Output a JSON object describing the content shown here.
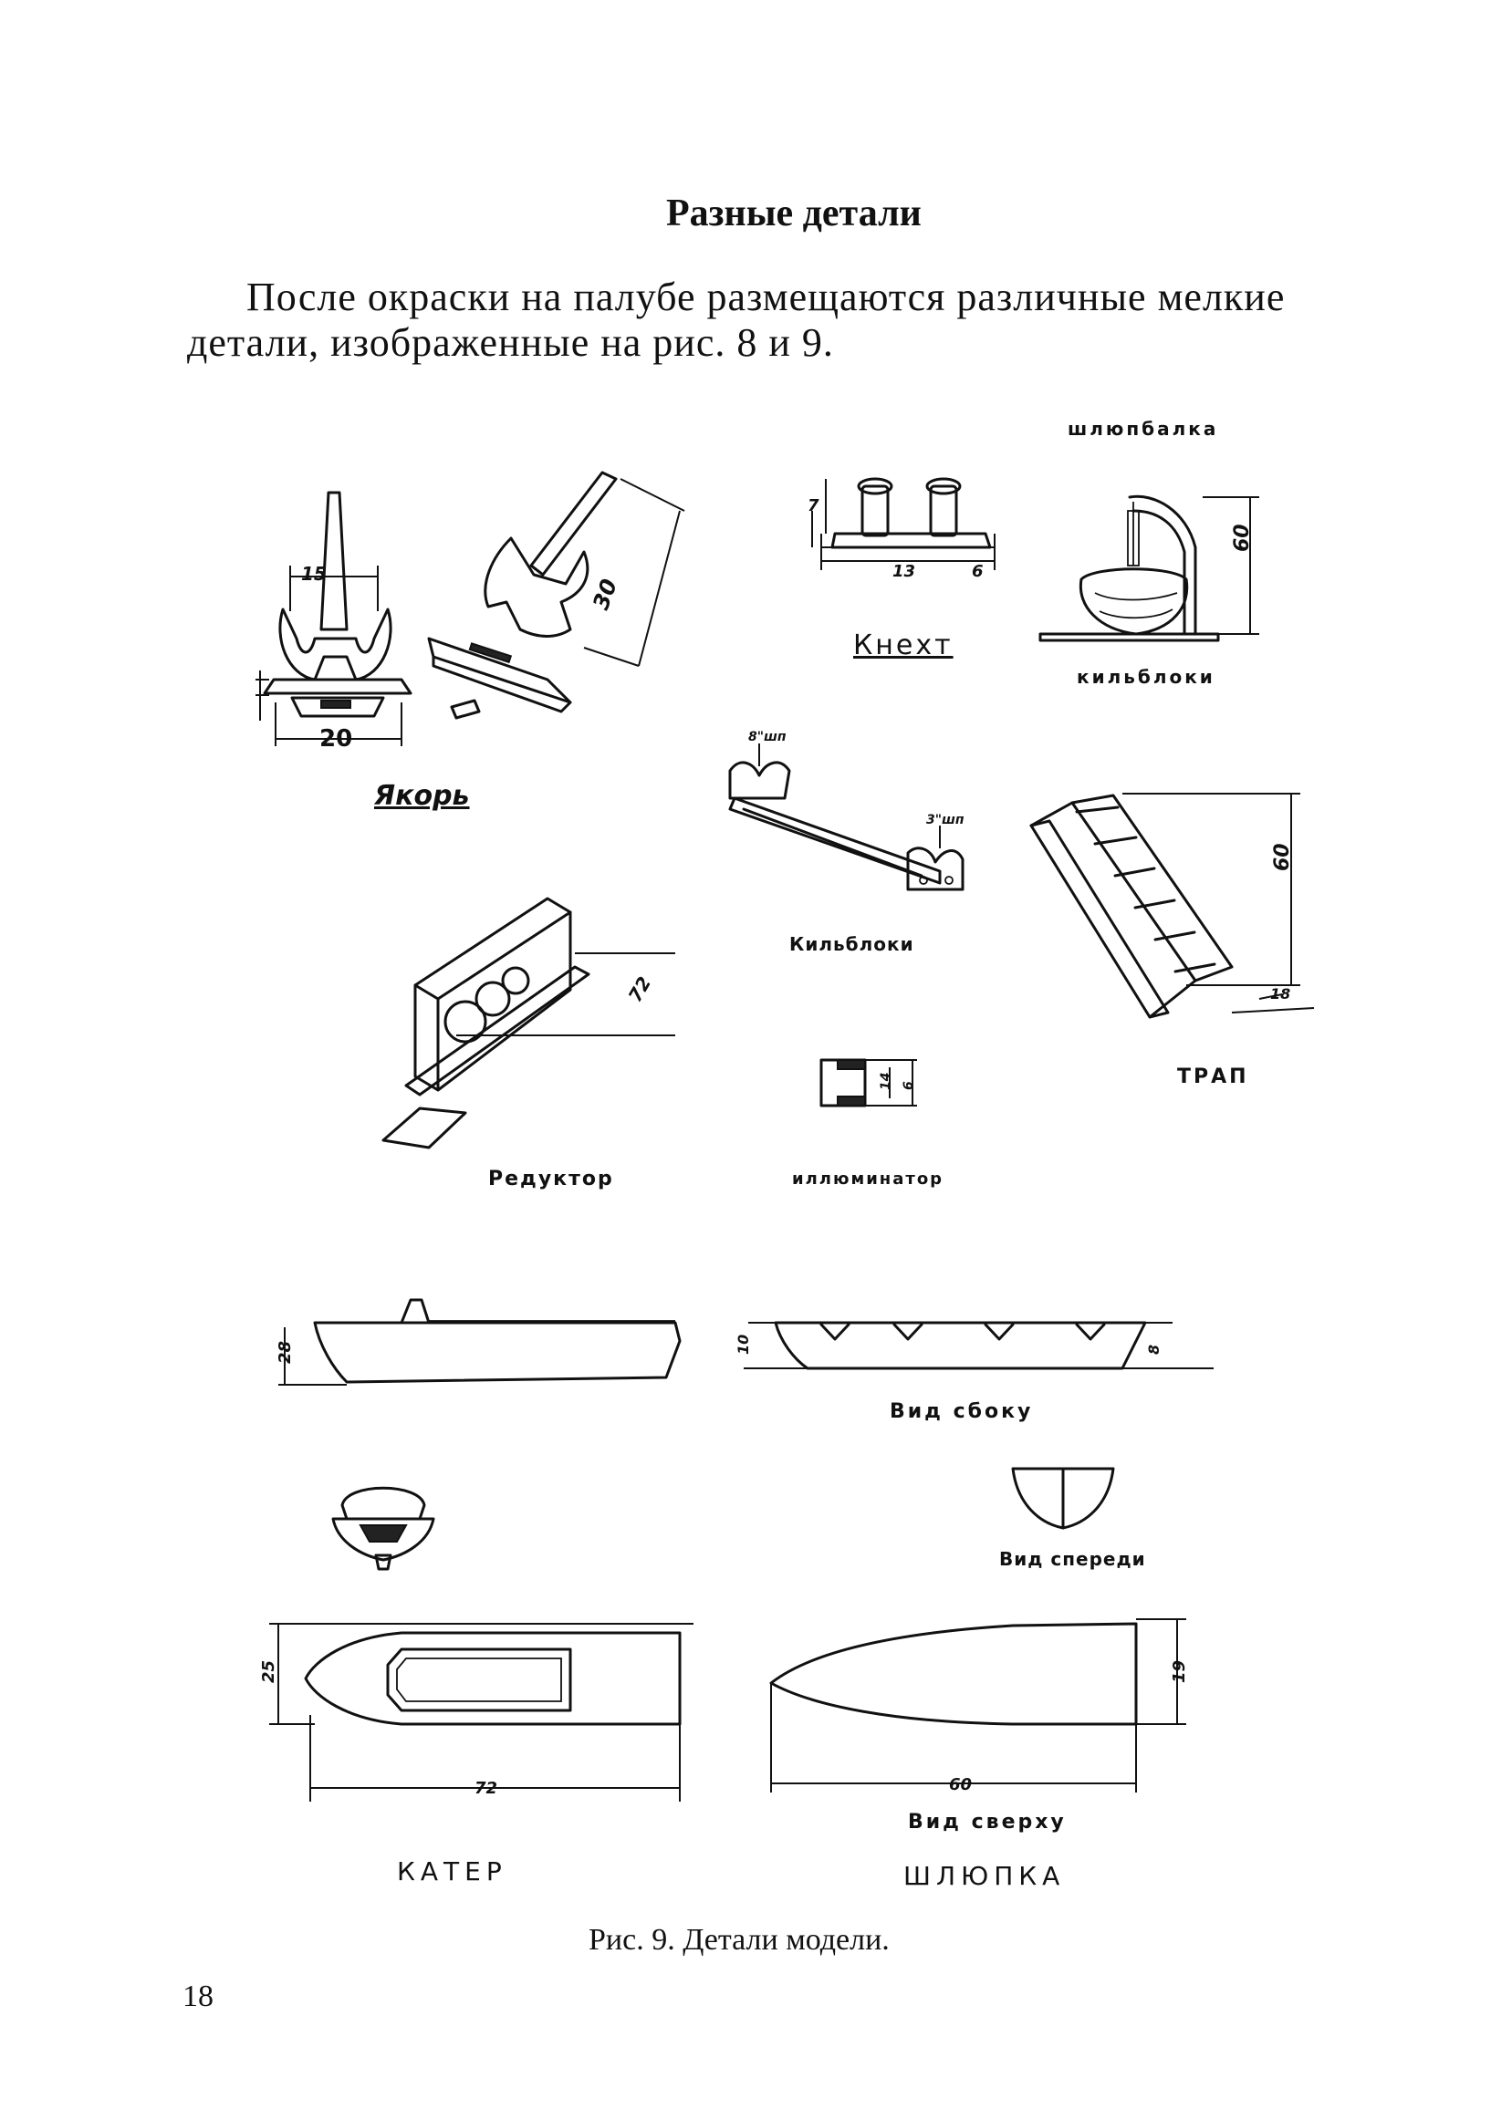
{
  "heading": "Разные детали",
  "paragraph": [
    "После окраски на палубе размещаются различные мелкие",
    "детали, изображенные на рис. 8 и 9."
  ],
  "labels": {
    "shlyupbalka": "шлюпбалка",
    "knekht": "Кнехт",
    "kilbloki_top": "кильблоки",
    "yakor": "Якорь",
    "kilbloki": "Кильблоки",
    "trap": "ТРАП",
    "reduktor": "Редуктор",
    "illyuminator": "иллюминатор",
    "vid_sboku": "Вид сбоку",
    "vid_speredi": "Вид спереди",
    "vid_sverkhu": "Вид сверху",
    "kater": "КАТЕР",
    "shlyupka": "ШЛЮПКА"
  },
  "dims": {
    "anchor_15": "15",
    "anchor_20": "20",
    "anchor_30": "30",
    "bitt_13": "13",
    "bitt_6": "6",
    "bitt_7": "7",
    "davit_60": "60",
    "keel_8": "8\"шп",
    "keel_3": "3\"шп",
    "ladder_60": "60",
    "ladder_18": "18",
    "reducer_72": "72",
    "port_14": "14",
    "port_6": "6",
    "kater_side_28": "28",
    "shlyupka_side_10": "10",
    "shlyupka_side_8": "8",
    "kater_top_25": "25",
    "kater_top_72": "72",
    "shlyupka_top_19": "19",
    "shlyupka_top_60": "60"
  },
  "caption": "Рис. 9. Детали модели.",
  "page_number": "18"
}
